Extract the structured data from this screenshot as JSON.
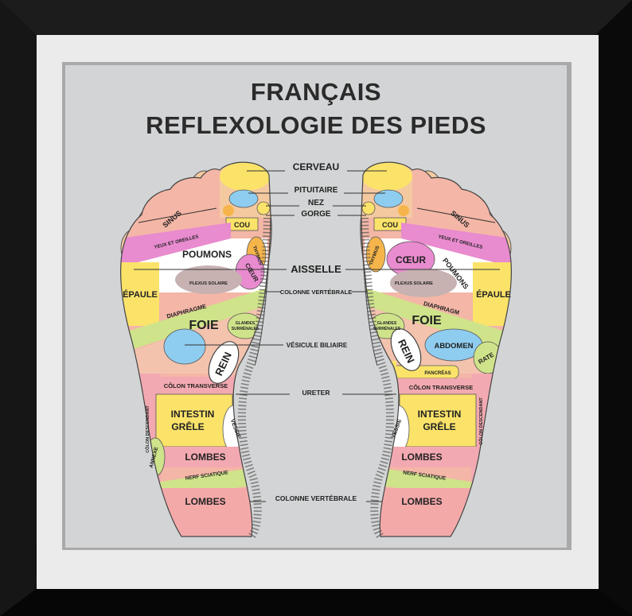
{
  "title": {
    "line1": "FRANÇAIS",
    "line2": "REFLEXOLOGIE DES PIEDS"
  },
  "center_labels": {
    "cerveau": "CERVEAU",
    "pituitaire": "PITUITAIRE",
    "nez": "NEZ",
    "gorge": "GORGE",
    "aisselle": "AISSELLE",
    "colonne_top": "COLONNE VERTÉBRALE",
    "vesicule": "VÉSICULE BILIAIRE",
    "ureter": "URETER",
    "colonne_bottom": "COLONNE VERTÉBRALE"
  },
  "left_foot": {
    "sinus": "SINUS",
    "cou": "COU",
    "yeux": "YEUX ET OREILLES",
    "poumons": "POUMONS",
    "thymus": "THYMUS",
    "coeur": "CŒUR",
    "epaule": "ÉPAULE",
    "plexus": "PLEXUS SOLAIRE",
    "diaphragme": "DIAPHRAGME",
    "foie": "FOIE",
    "glandes1": "GLANDES",
    "glandes2": "SURRÉNALES",
    "rein": "REIN",
    "colon_transverse": "CÔLON TRANSVERSE",
    "colon_descendant": "CÔLON DESCENDANT",
    "intestin1": "INTESTIN",
    "intestin2": "GRÊLE",
    "vessie": "VESSIE",
    "annexe": "ANNEXE",
    "lombes1": "LOMBES",
    "nerf": "NERF SCIATIQUE",
    "lombes2": "LOMBES"
  },
  "right_foot": {
    "sinus": "SINUS",
    "cou": "COU",
    "yeux": "YEUX ET OREILLES",
    "coeur": "CŒUR",
    "thymus": "THYMUS",
    "poumons": "POUMONS",
    "epaule": "ÉPAULE",
    "plexus": "PLEXUS SOLAIRE",
    "diaphragme": "DIAPHRAGM",
    "foie": "FOIE",
    "glandes1": "GLANDES",
    "glandes2": "SURRÉNALES",
    "abdomen": "ABDOMEN",
    "rein": "REIN",
    "rate": "RATE",
    "pancreas": "PANCRÉAS",
    "colon_transverse": "CÔLON TRANSVERSE",
    "colon_descendant": "CÔLON DESCENDANT",
    "intestin1": "INTESTIN",
    "intestin2": "GRÊLE",
    "vessie": "VESSIE",
    "lombes1": "LOMBES",
    "nerf": "NERF SCIATIQUE",
    "lombes2": "LOMBES"
  },
  "colors": {
    "frame": "#0e0e0e",
    "mat": "#e9e9e9",
    "background": "#d3d4d5",
    "toe": "#f5c9a0",
    "yellow": "#fbe36a",
    "blue": "#8fcdf0",
    "pink": "#f3a9b1",
    "green": "#cfe38a",
    "magenta": "#e98bcf",
    "salmon": "#f4b6a6",
    "orange": "#f5b54a",
    "white": "#ffffff",
    "mauve": "#c7b1b1"
  }
}
